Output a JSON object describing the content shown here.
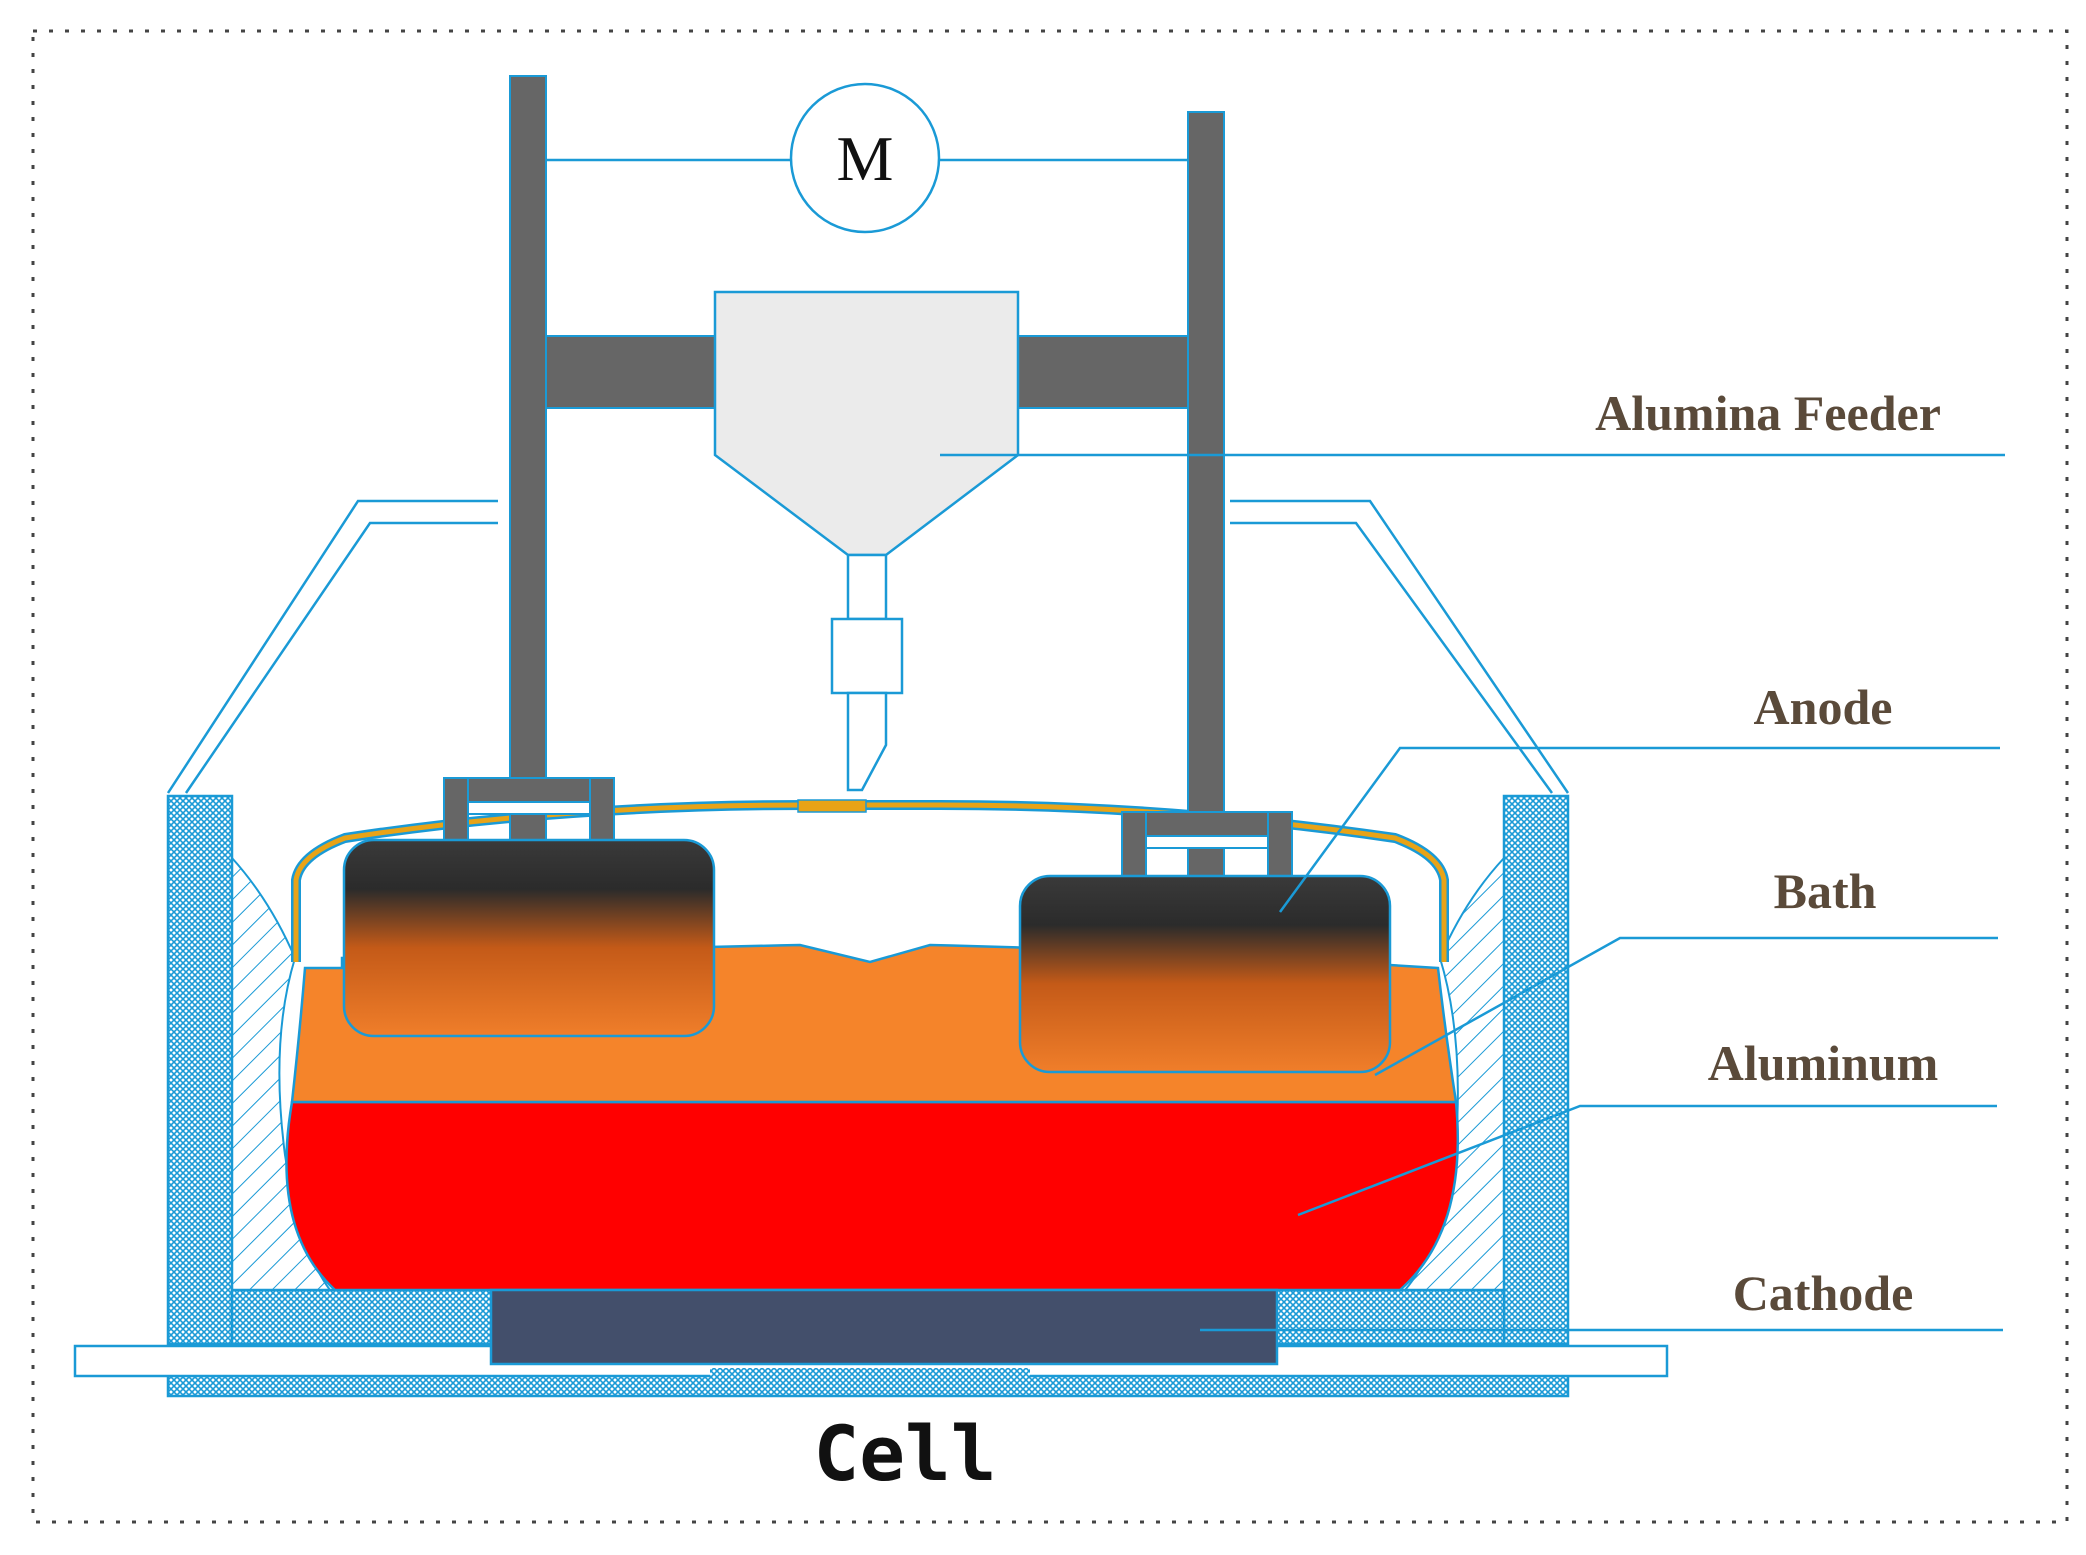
{
  "labels": {
    "motor": "M",
    "alumina_feeder": "Alumina Feeder",
    "anode": "Anode",
    "bath": "Bath",
    "aluminum": "Aluminum",
    "cathode": "Cathode",
    "cell": "Cell"
  },
  "colors": {
    "outline": "#1a9ad6",
    "steel": "#666666",
    "feeder": "#ebebeb",
    "bath": "#f5842a",
    "aluminum": "#ff0000",
    "cathode_block": "#434f6b",
    "crust": "#e8a317",
    "label_text": "#5a4a3a"
  }
}
